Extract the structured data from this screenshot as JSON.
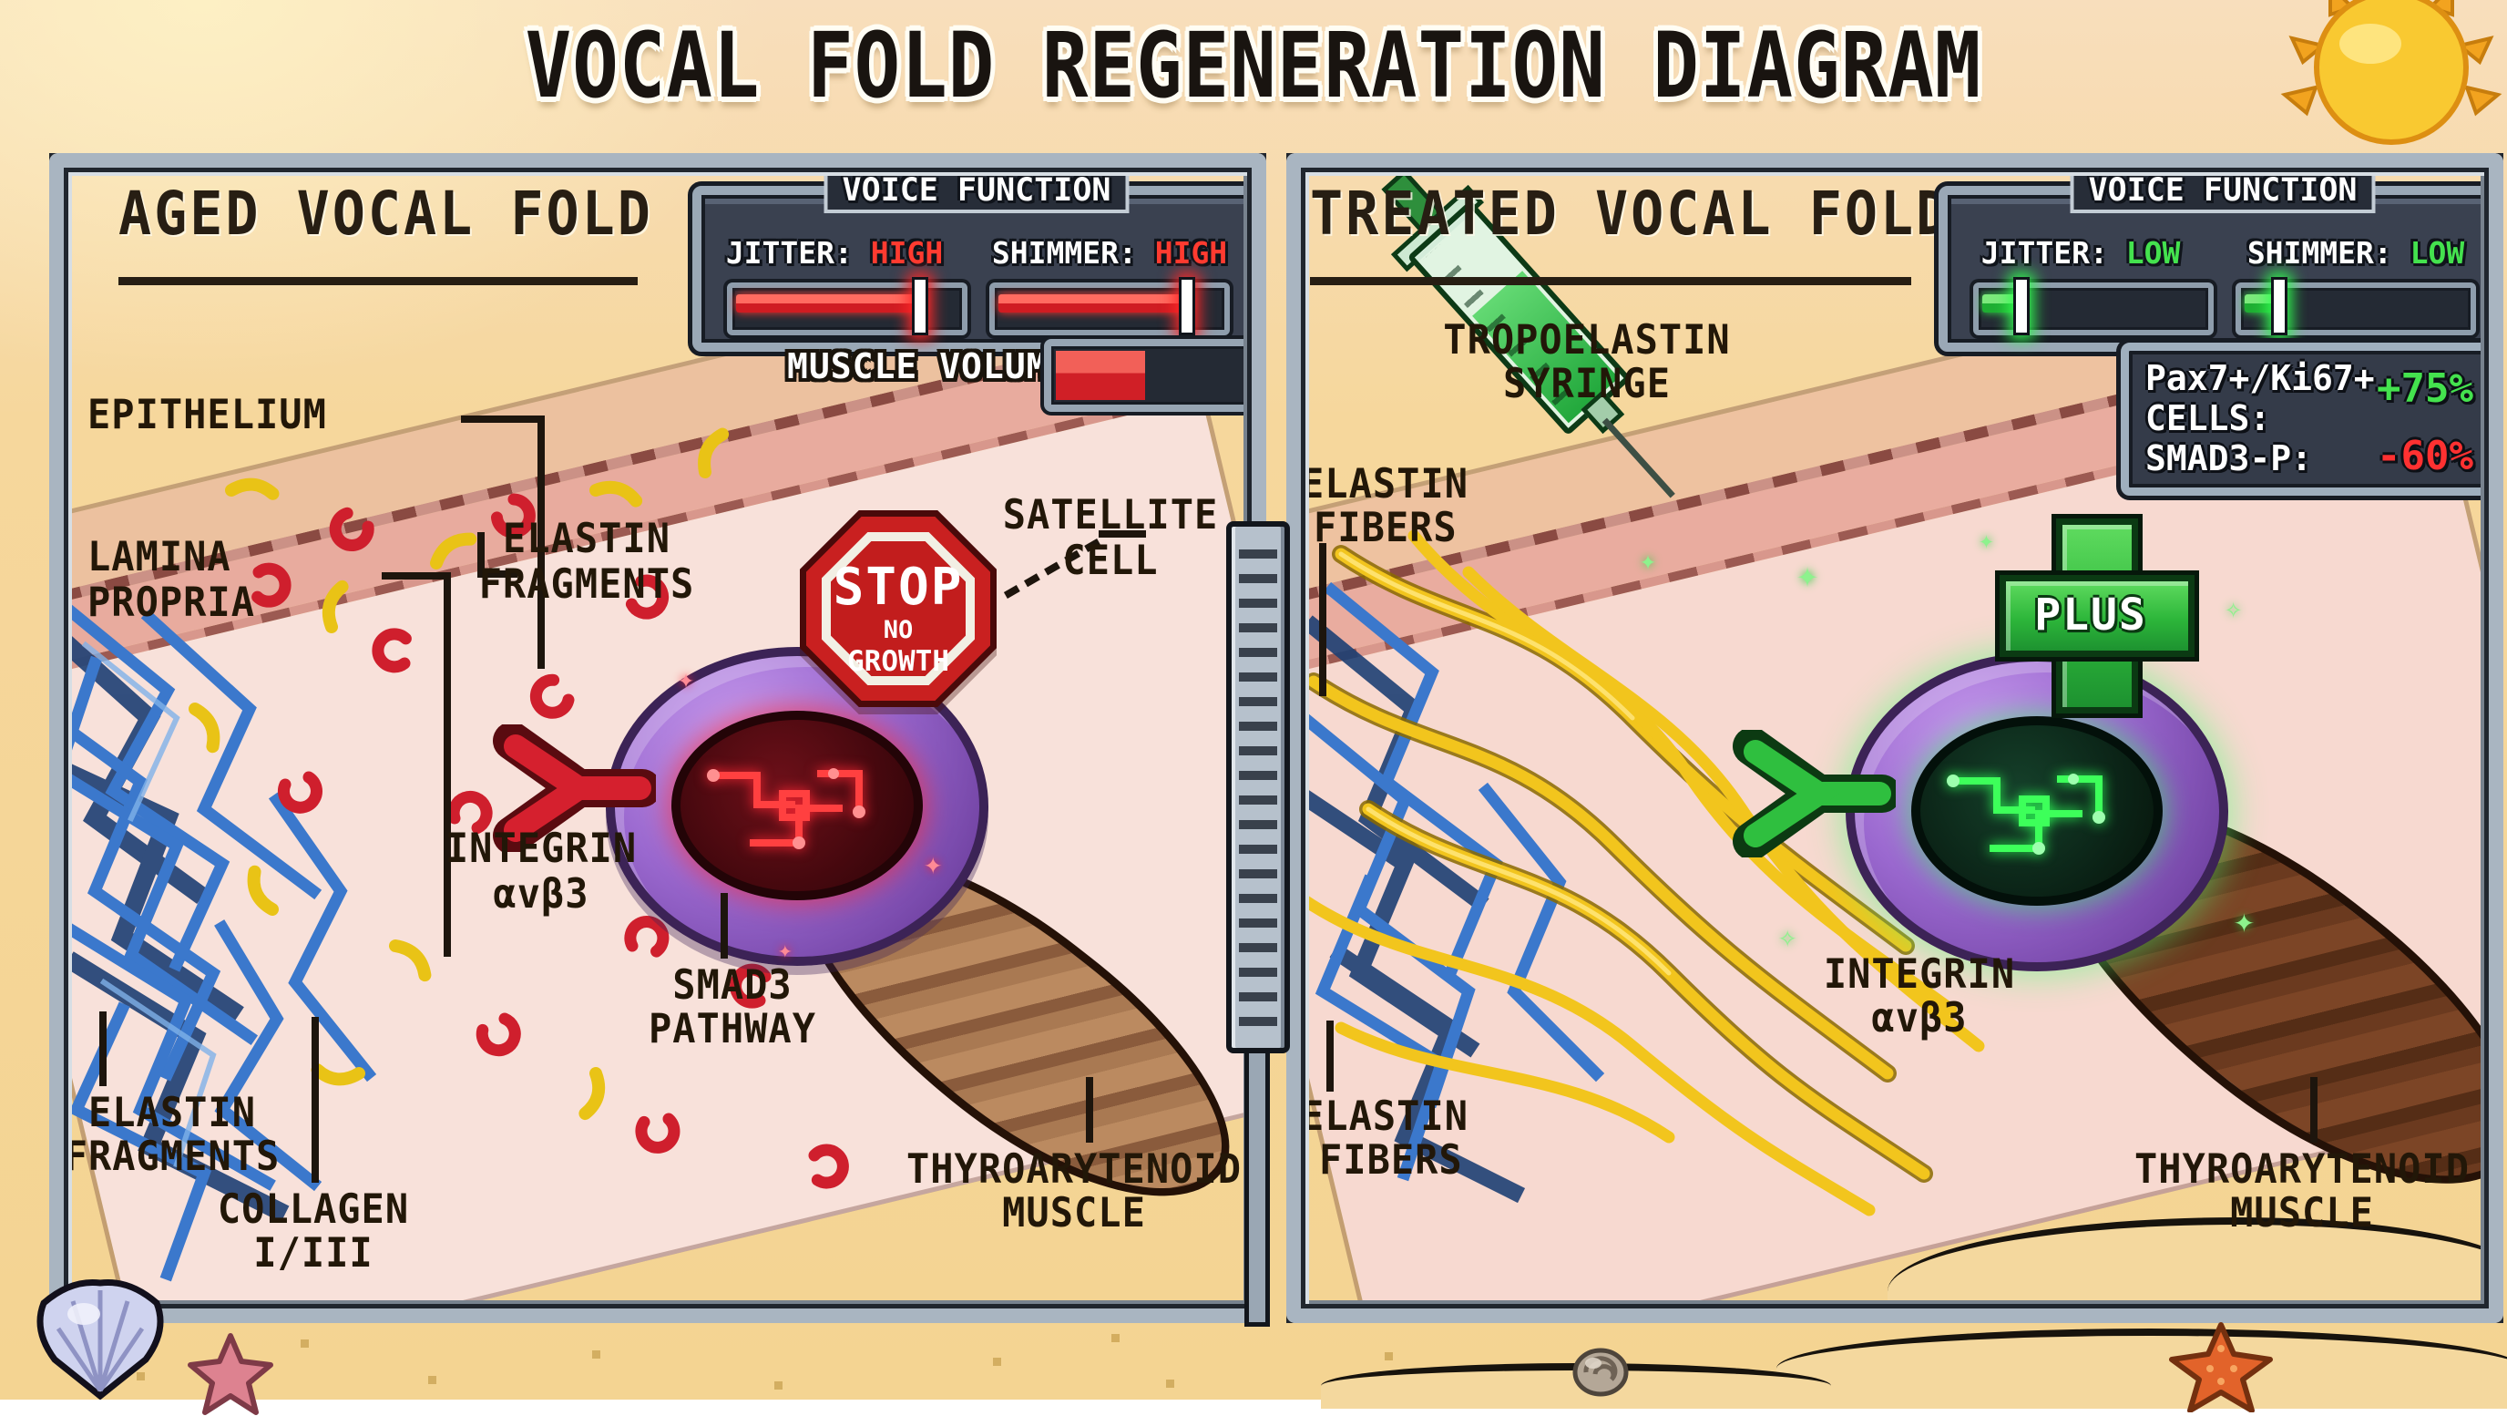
{
  "title": "VOCAL FOLD REGENERATION DIAGRAM",
  "colors": {
    "bad_status": "#ff3b30",
    "good_status": "#44e24e",
    "hud_background": "#3a4150",
    "panel_frame": "#a9b5c1",
    "sand": "#f4d492"
  },
  "left_panel": {
    "header": "AGED VOCAL FOLD",
    "voice_function": {
      "title": "VOICE FUNCTION",
      "jitter_label": "JITTER:",
      "jitter_value": "HIGH",
      "jitter_level_pct": 82,
      "jitter_handle_pct": 78,
      "shimmer_label": "SHIMMER:",
      "shimmer_value": "HIGH",
      "shimmer_level_pct": 84,
      "shimmer_handle_pct": 80
    },
    "muscle_volume": {
      "label": "MUSCLE VOLUME",
      "fill_pct": 44
    },
    "stop_sign": {
      "word": "STOP",
      "sub1": "NO",
      "sub2": "GROWTH"
    },
    "labels": {
      "epithelium": "EPITHELIUM",
      "lamina_propria_1": "LAMINA",
      "lamina_propria_2": "PROPRIA",
      "elastin_fragments_mid_1": "ELASTIN",
      "elastin_fragments_mid_2": "FRAGMENTS",
      "satellite_cell_1": "SATELLITE",
      "satellite_cell_2": "CELL",
      "integrin_1": "INTEGRIN",
      "integrin_2": "αvβ3",
      "smad3_1": "SMAD3",
      "smad3_2": "PATHWAY",
      "elastin_fragments_bottom_1": "ELASTIN",
      "elastin_fragments_bottom_2": "FRAGMENTS",
      "collagen_1": "COLLAGEN",
      "collagen_2": "I/III",
      "muscle_1": "THYROARYTENOID",
      "muscle_2": "MUSCLE"
    }
  },
  "right_panel": {
    "header": "TREATED VOCAL FOLD",
    "voice_function": {
      "title": "VOICE FUNCTION",
      "jitter_label": "JITTER:",
      "jitter_value": "LOW",
      "jitter_level_pct": 18,
      "jitter_handle_pct": 15,
      "shimmer_label": "SHIMMER:",
      "shimmer_value": "LOW",
      "shimmer_level_pct": 16,
      "shimmer_handle_pct": 13
    },
    "stats": {
      "row1_label_1": "Pax7+/Ki67+",
      "row1_label_2": "CELLS:",
      "row1_value": "+75%",
      "row2_label": "SMAD3-P:",
      "row2_value": "-60%"
    },
    "plus_sign": {
      "word": "PLUS"
    },
    "labels": {
      "syringe_1": "TROPOELASTIN",
      "syringe_2": "SYRINGE",
      "elastin_fibers_top_1": "ELASTIN",
      "elastin_fibers_top_2": "FIBERS",
      "integrin_1": "INTEGRIN",
      "integrin_2": "αvβ3",
      "elastin_fibers_bottom_1": "ELASTIN",
      "elastin_fibers_bottom_2": "FIBERS",
      "muscle_1": "THYROARYTENOID",
      "muscle_2": "MUSCLE"
    }
  },
  "decoration_icons": [
    "sun-icon",
    "scallop-shell-icon",
    "pink-starfish-icon",
    "snail-shell-icon",
    "orange-starfish-icon",
    "ladder-divider",
    "sand-dune"
  ]
}
